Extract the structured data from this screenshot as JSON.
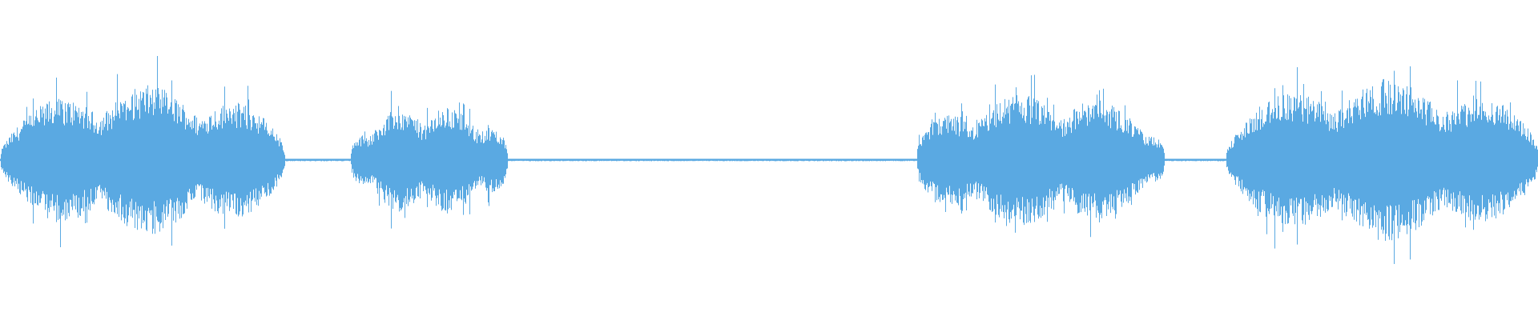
{
  "waveform": {
    "color": "#5aa9e2",
    "background": "#ffffff",
    "segments": [
      {
        "start": 0.0,
        "end": 0.185,
        "level": 0.78
      },
      {
        "start": 0.228,
        "end": 0.33,
        "level": 0.58
      },
      {
        "start": 0.596,
        "end": 0.757,
        "level": 0.7
      },
      {
        "start": 0.797,
        "end": 1.0,
        "level": 0.85
      }
    ]
  }
}
